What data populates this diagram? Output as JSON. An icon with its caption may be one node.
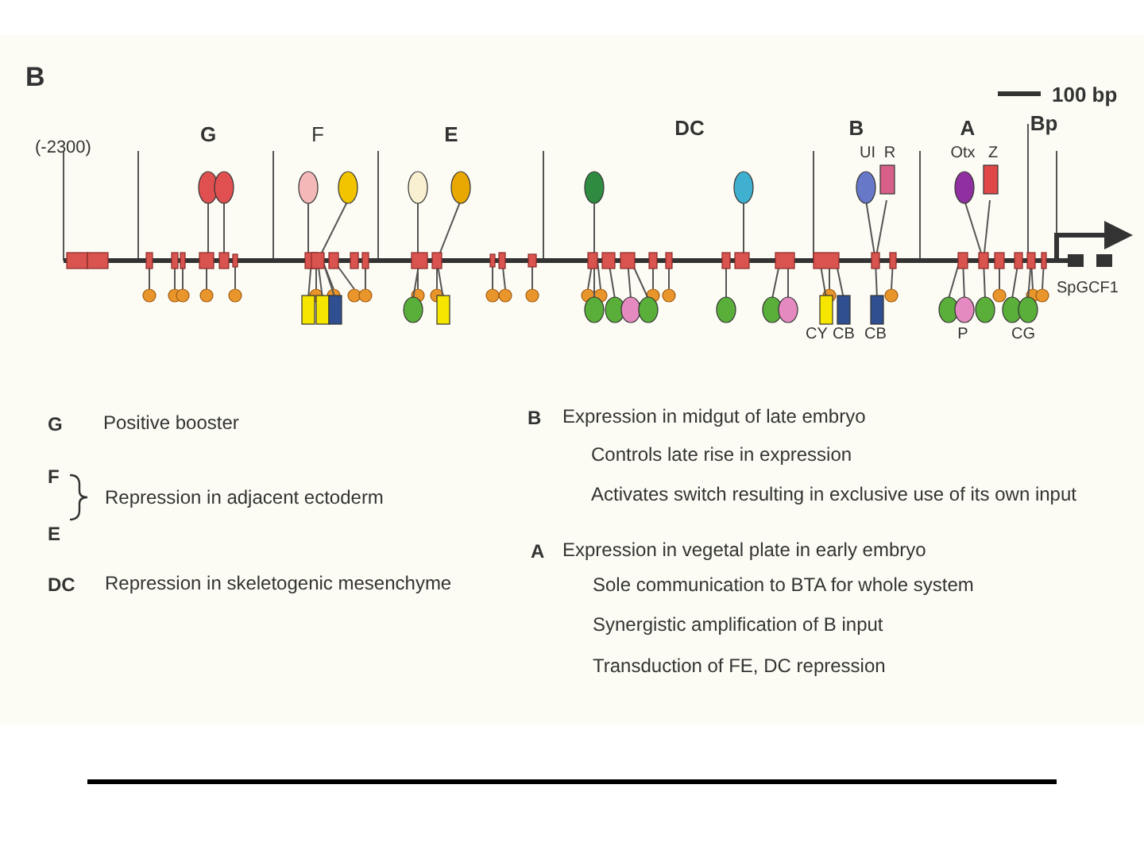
{
  "diagram": {
    "labels": [
      "B",
      "100 bp",
      "(-2300)",
      "G",
      "F",
      "E",
      "DC",
      "B",
      "A",
      "Bp",
      "UI",
      "R",
      "Otx",
      "Z",
      "CY",
      "CB",
      "CB",
      "P",
      "CG",
      "SpGCF1",
      "G",
      "Positive booster",
      "F",
      "Repression in adjacent ectoderm",
      "E",
      "DC",
      "Repression in skeletogenic mesenchyme",
      "B",
      "Expression in midgut of late embryo",
      "Controls late rise in expression",
      "Activates switch resulting in exclusive use of its own input",
      "A",
      "Expression in vegetal plate in early embryo",
      "Sole communication to BTA for whole system",
      "Synergistic amplification of B input",
      "Transduction of FE, DC repression"
    ]
  }
}
